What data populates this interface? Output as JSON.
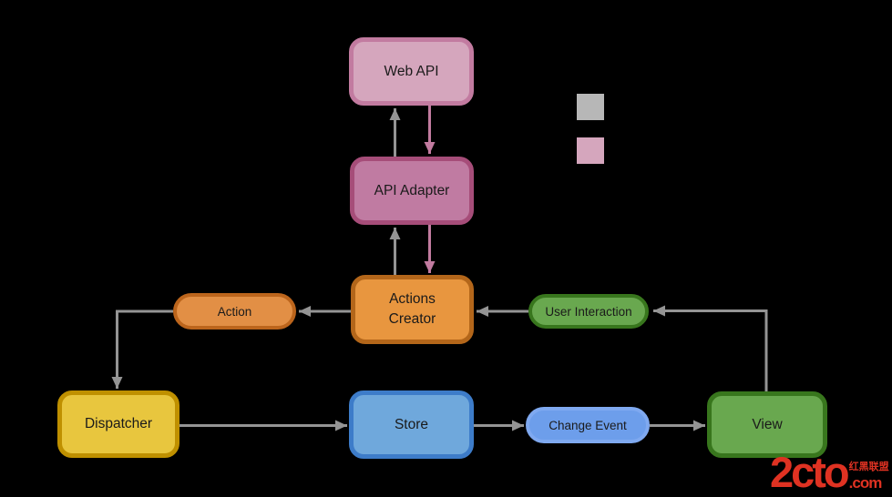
{
  "diagram": {
    "type": "flowchart",
    "subject": "Flux application architecture",
    "nodes": [
      {
        "id": "web-api",
        "label": "Web API",
        "shape": "rect",
        "fill": "#d5a6bd",
        "border": "#c27ba0"
      },
      {
        "id": "api-adapter",
        "label": "API Adapter",
        "shape": "rect",
        "fill": "#c07ba2",
        "border": "#a64d79"
      },
      {
        "id": "actions-creator",
        "label": "Actions Creator",
        "shape": "rect",
        "fill": "#e8963f",
        "border": "#b3661a"
      },
      {
        "id": "action",
        "label": "Action",
        "shape": "pill",
        "fill": "#e28f45",
        "border": "#bc651c"
      },
      {
        "id": "dispatcher",
        "label": "Dispatcher",
        "shape": "rect",
        "fill": "#e8c63e",
        "border": "#bf9000"
      },
      {
        "id": "store",
        "label": "Store",
        "shape": "rect",
        "fill": "#6fa8dc",
        "border": "#3d7cc9"
      },
      {
        "id": "change-event",
        "label": "Change Event",
        "shape": "pill",
        "fill": "#6d9eeb",
        "border": "#7fa9f0"
      },
      {
        "id": "view",
        "label": "View",
        "shape": "rect",
        "fill": "#69a84f",
        "border": "#38761d"
      },
      {
        "id": "user-interaction",
        "label": "User Interaction",
        "shape": "pill",
        "fill": "#69a84f",
        "border": "#38761d"
      }
    ],
    "edges": [
      {
        "from": "actions-creator",
        "to": "api-adapter",
        "color": "gray"
      },
      {
        "from": "api-adapter",
        "to": "web-api",
        "color": "gray"
      },
      {
        "from": "web-api",
        "to": "api-adapter",
        "color": "pink"
      },
      {
        "from": "api-adapter",
        "to": "actions-creator",
        "color": "pink"
      },
      {
        "from": "user-interaction",
        "to": "actions-creator",
        "color": "gray"
      },
      {
        "from": "actions-creator",
        "to": "action",
        "color": "gray"
      },
      {
        "from": "action",
        "to": "dispatcher",
        "color": "gray"
      },
      {
        "from": "dispatcher",
        "to": "store",
        "color": "gray"
      },
      {
        "from": "store",
        "to": "change-event",
        "color": "gray"
      },
      {
        "from": "change-event",
        "to": "view",
        "color": "gray"
      },
      {
        "from": "view",
        "to": "user-interaction",
        "color": "gray"
      }
    ],
    "colors": {
      "background": "#000000",
      "text": "#1a1a1a",
      "arrow_gray": "#949494",
      "arrow_pink": "#c27ba0"
    },
    "legend": {
      "items": [
        {
          "id": "legend-gray",
          "color": "#b7b7b7"
        },
        {
          "id": "legend-pink",
          "color": "#d5a6bd"
        }
      ]
    }
  },
  "watermark": {
    "brand": "2cto",
    "domain": ".com",
    "tagline_cn": "红黑联盟",
    "color": "#df3222"
  }
}
